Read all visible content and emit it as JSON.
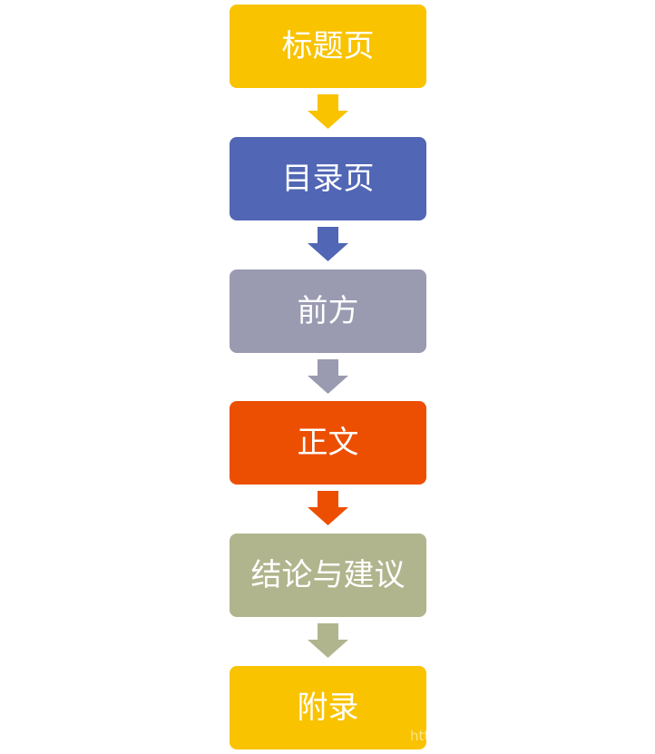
{
  "steps": [
    {
      "label": "标题页",
      "color": "#F9C300"
    },
    {
      "label": "目录页",
      "color": "#5166B4"
    },
    {
      "label": "前方",
      "color": "#9A9BB1"
    },
    {
      "label": "正文",
      "color": "#EC4F02"
    },
    {
      "label": "结论与建议",
      "color": "#B1B58D"
    },
    {
      "label": "附录",
      "color": "#F9C300"
    }
  ],
  "arrows": [
    {
      "color": "#F9C300"
    },
    {
      "color": "#5166B4"
    },
    {
      "color": "#9A9BB1"
    },
    {
      "color": "#EC4F02"
    },
    {
      "color": "#B1B58D"
    }
  ],
  "watermark": "htt"
}
